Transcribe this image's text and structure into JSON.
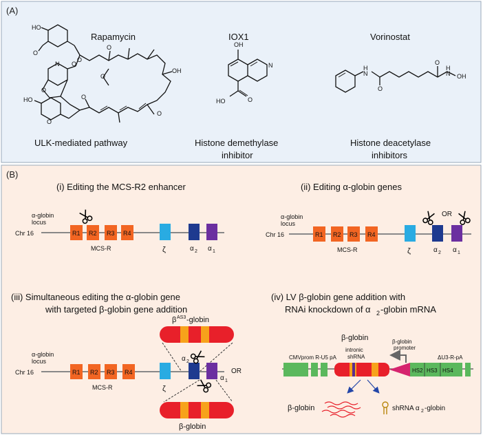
{
  "panelA": {
    "label": "(A)",
    "drugs": [
      {
        "name": "Rapamycin",
        "desc_line1": "ULK-mediated pathway",
        "desc_line2": ""
      },
      {
        "name": "IOX1",
        "desc_line1": "Histone demethylase",
        "desc_line2": "inhibitor"
      },
      {
        "name": "Vorinostat",
        "desc_line1": "Histone deacetylase",
        "desc_line2": "inhibitors"
      }
    ],
    "atoms": {
      "ho": "HO",
      "o": "O",
      "n": "N",
      "oh": "OH",
      "h": "H",
      "nh": "N"
    }
  },
  "panelB": {
    "label": "(B)",
    "i_title": "(i) Editing the MCS-R2 enhancer",
    "ii_title": "(ii) Editing α-globin genes",
    "iii_title_1": "(iii)  Simultaneous editing the α-globin gene",
    "iii_title_2": "with targeted β-globin gene addition",
    "iv_title_1": "(iv)  LV β-globin gene addition with",
    "iv_title_2": "RNAi knockdown of α",
    "iv_title_2_sub": "2",
    "iv_title_2_end": "-globin mRNA",
    "locus_label_1": "α-globin",
    "locus_label_2": "locus",
    "chr": "Chr 16",
    "enhancers": [
      "R1",
      "R2",
      "R3",
      "R4"
    ],
    "mcs": "MCS-R",
    "zeta": "ζ",
    "alpha": "α",
    "sub2": "2",
    "sub1": "1",
    "or": "OR",
    "beta_as3": "β",
    "beta_as3_sup": "AS3",
    "beta_as3_end": "-globin",
    "beta_globin": "β-globin",
    "lv": {
      "cmv": "CMVprom R-U5  pA",
      "beta_top": "β-globin",
      "intronic_1": "intronic",
      "intronic_2": "shRNA",
      "promoter_1": "β-globin",
      "promoter_2": "promoter",
      "du3": "ΔU3-R-pA",
      "hs": [
        "HS2",
        "HS3",
        "HS4"
      ],
      "out_beta": "β-globin",
      "out_shrna": "shRNA α",
      "out_shrna_sub": "2",
      "out_shrna_end": "-globin"
    }
  },
  "colors": {
    "panelA_bg": "#eaf1f9",
    "panelB_bg": "#fdeee4",
    "enhancer": "#f26522",
    "zeta": "#29abe2",
    "alpha2": "#1e3a8f",
    "alpha1": "#6b2fa0",
    "lv_green": "#5bb85d",
    "lv_red": "#e8202a",
    "lv_orange": "#f7a21b",
    "lv_purple": "#5b2e90",
    "lv_magenta": "#d6246e",
    "arrow_blue": "#2346a8"
  }
}
